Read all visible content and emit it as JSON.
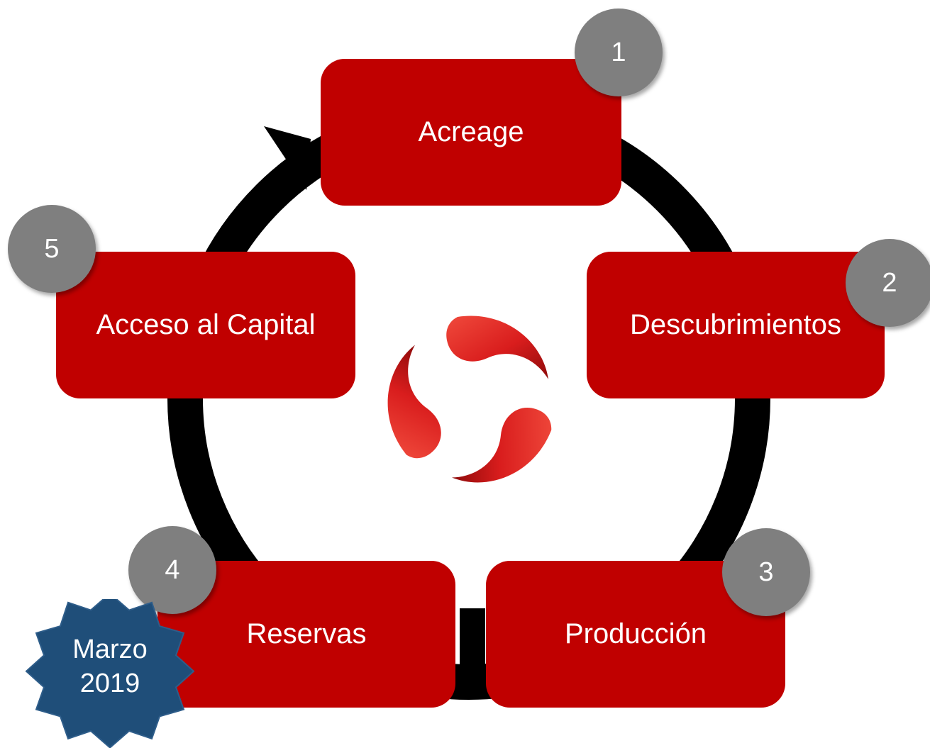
{
  "cycle": {
    "steps": [
      {
        "number": "1",
        "label": "Acreage"
      },
      {
        "number": "2",
        "label": "Descubrimientos"
      },
      {
        "number": "3",
        "label": "Producción"
      },
      {
        "number": "4",
        "label": "Reservas"
      },
      {
        "number": "5",
        "label": "Acceso al Capital"
      }
    ]
  },
  "seal": {
    "line1": "Marzo",
    "line2": "2019"
  },
  "colors": {
    "box": "#c00000",
    "badge": "#7f7f7f",
    "ring": "#000000",
    "seal": "#1f4e79",
    "text": "#ffffff"
  },
  "icons": {
    "center_logo": "red-swirl-logo-icon"
  }
}
